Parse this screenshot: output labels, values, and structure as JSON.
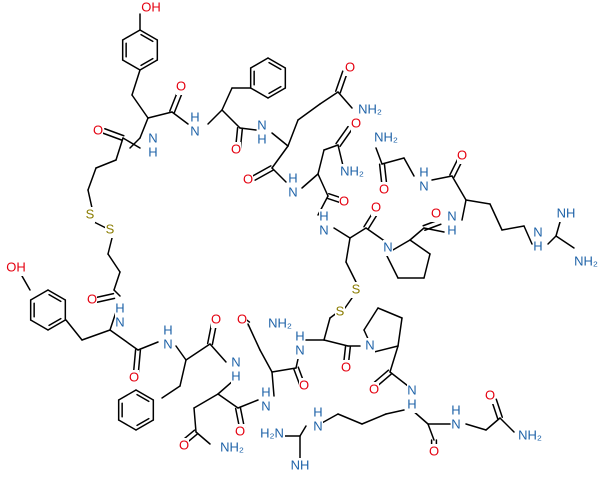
{
  "colors": {
    "bond": "#000000",
    "oxygen": "#e4000f",
    "nitrogen": "#1f63a8",
    "sulfur": "#8a7c00",
    "background": "#ffffff"
  },
  "atom_labels": {
    "hydroxyl": "OH",
    "oxygen": "O",
    "nh": "N",
    "h": "H",
    "amide_nh2": "NH₂",
    "imine_nh": "NH",
    "h2n": "H₂N",
    "sulfur": "S",
    "ring_n": "N"
  }
}
